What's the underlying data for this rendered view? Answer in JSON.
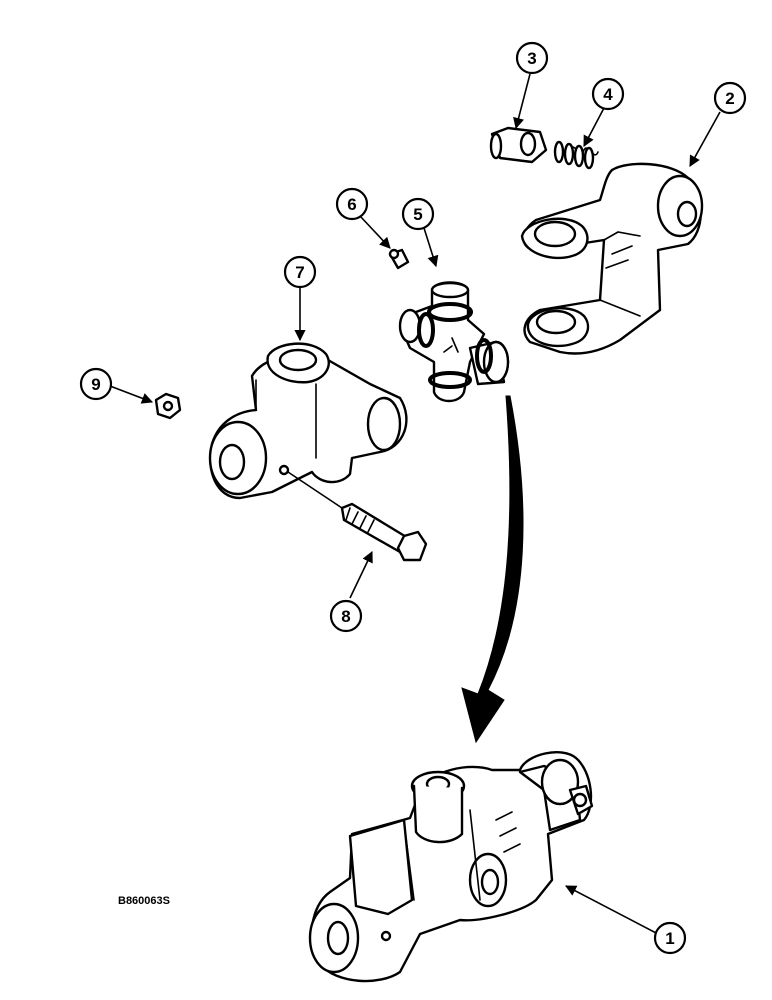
{
  "figure_code": "B860063S",
  "callouts": [
    {
      "label": "1"
    },
    {
      "label": "2"
    },
    {
      "label": "3"
    },
    {
      "label": "4"
    },
    {
      "label": "5"
    },
    {
      "label": "6"
    },
    {
      "label": "7"
    },
    {
      "label": "8"
    },
    {
      "label": "9"
    }
  ],
  "colors": {
    "ink": "#000000",
    "paper": "#ffffff"
  }
}
